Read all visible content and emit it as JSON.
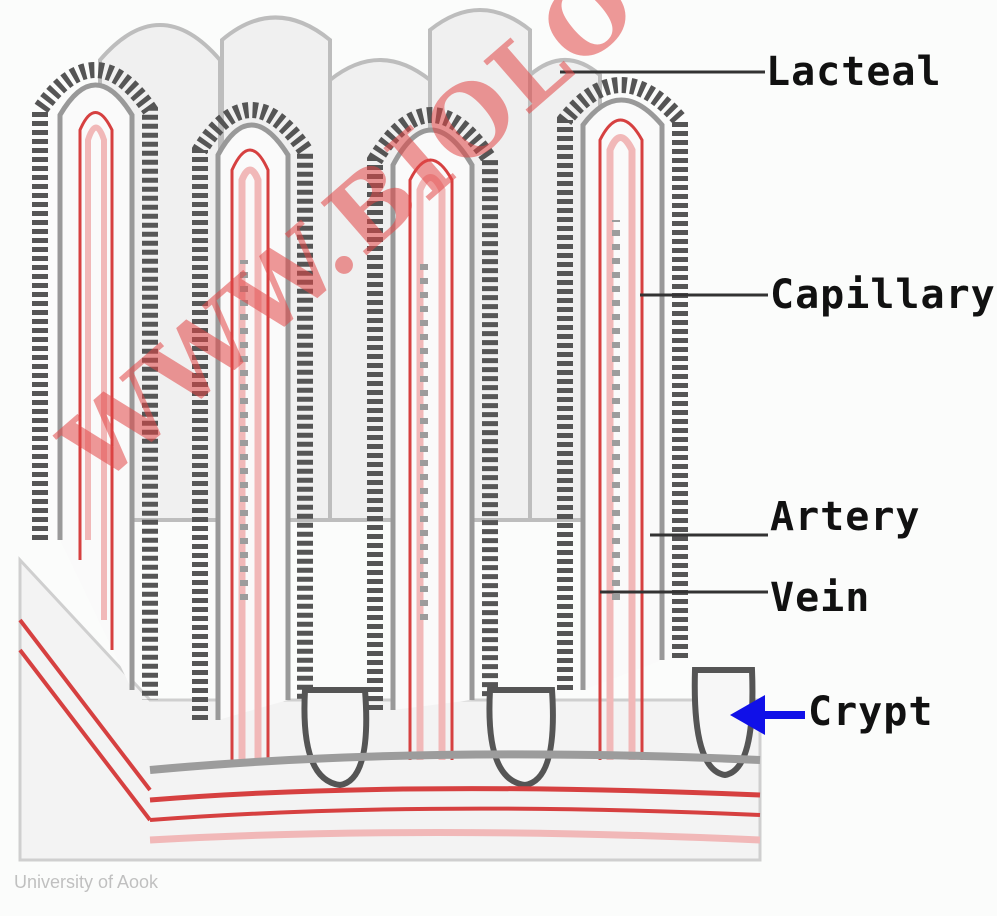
{
  "labels": {
    "lacteal": "Lacteal",
    "capillary": "Capillary",
    "artery": "Artery",
    "vein": "Vein",
    "crypt": "Crypt"
  },
  "watermark": "WWW.BIOLOGY.COM",
  "credit": "University of Aook",
  "colors": {
    "artery_red": "#d64040",
    "vessel_pink": "#f1b8b8",
    "epithelium": "#555555",
    "crypt_arrow": "#1010e8",
    "watermark": "#e24646"
  }
}
